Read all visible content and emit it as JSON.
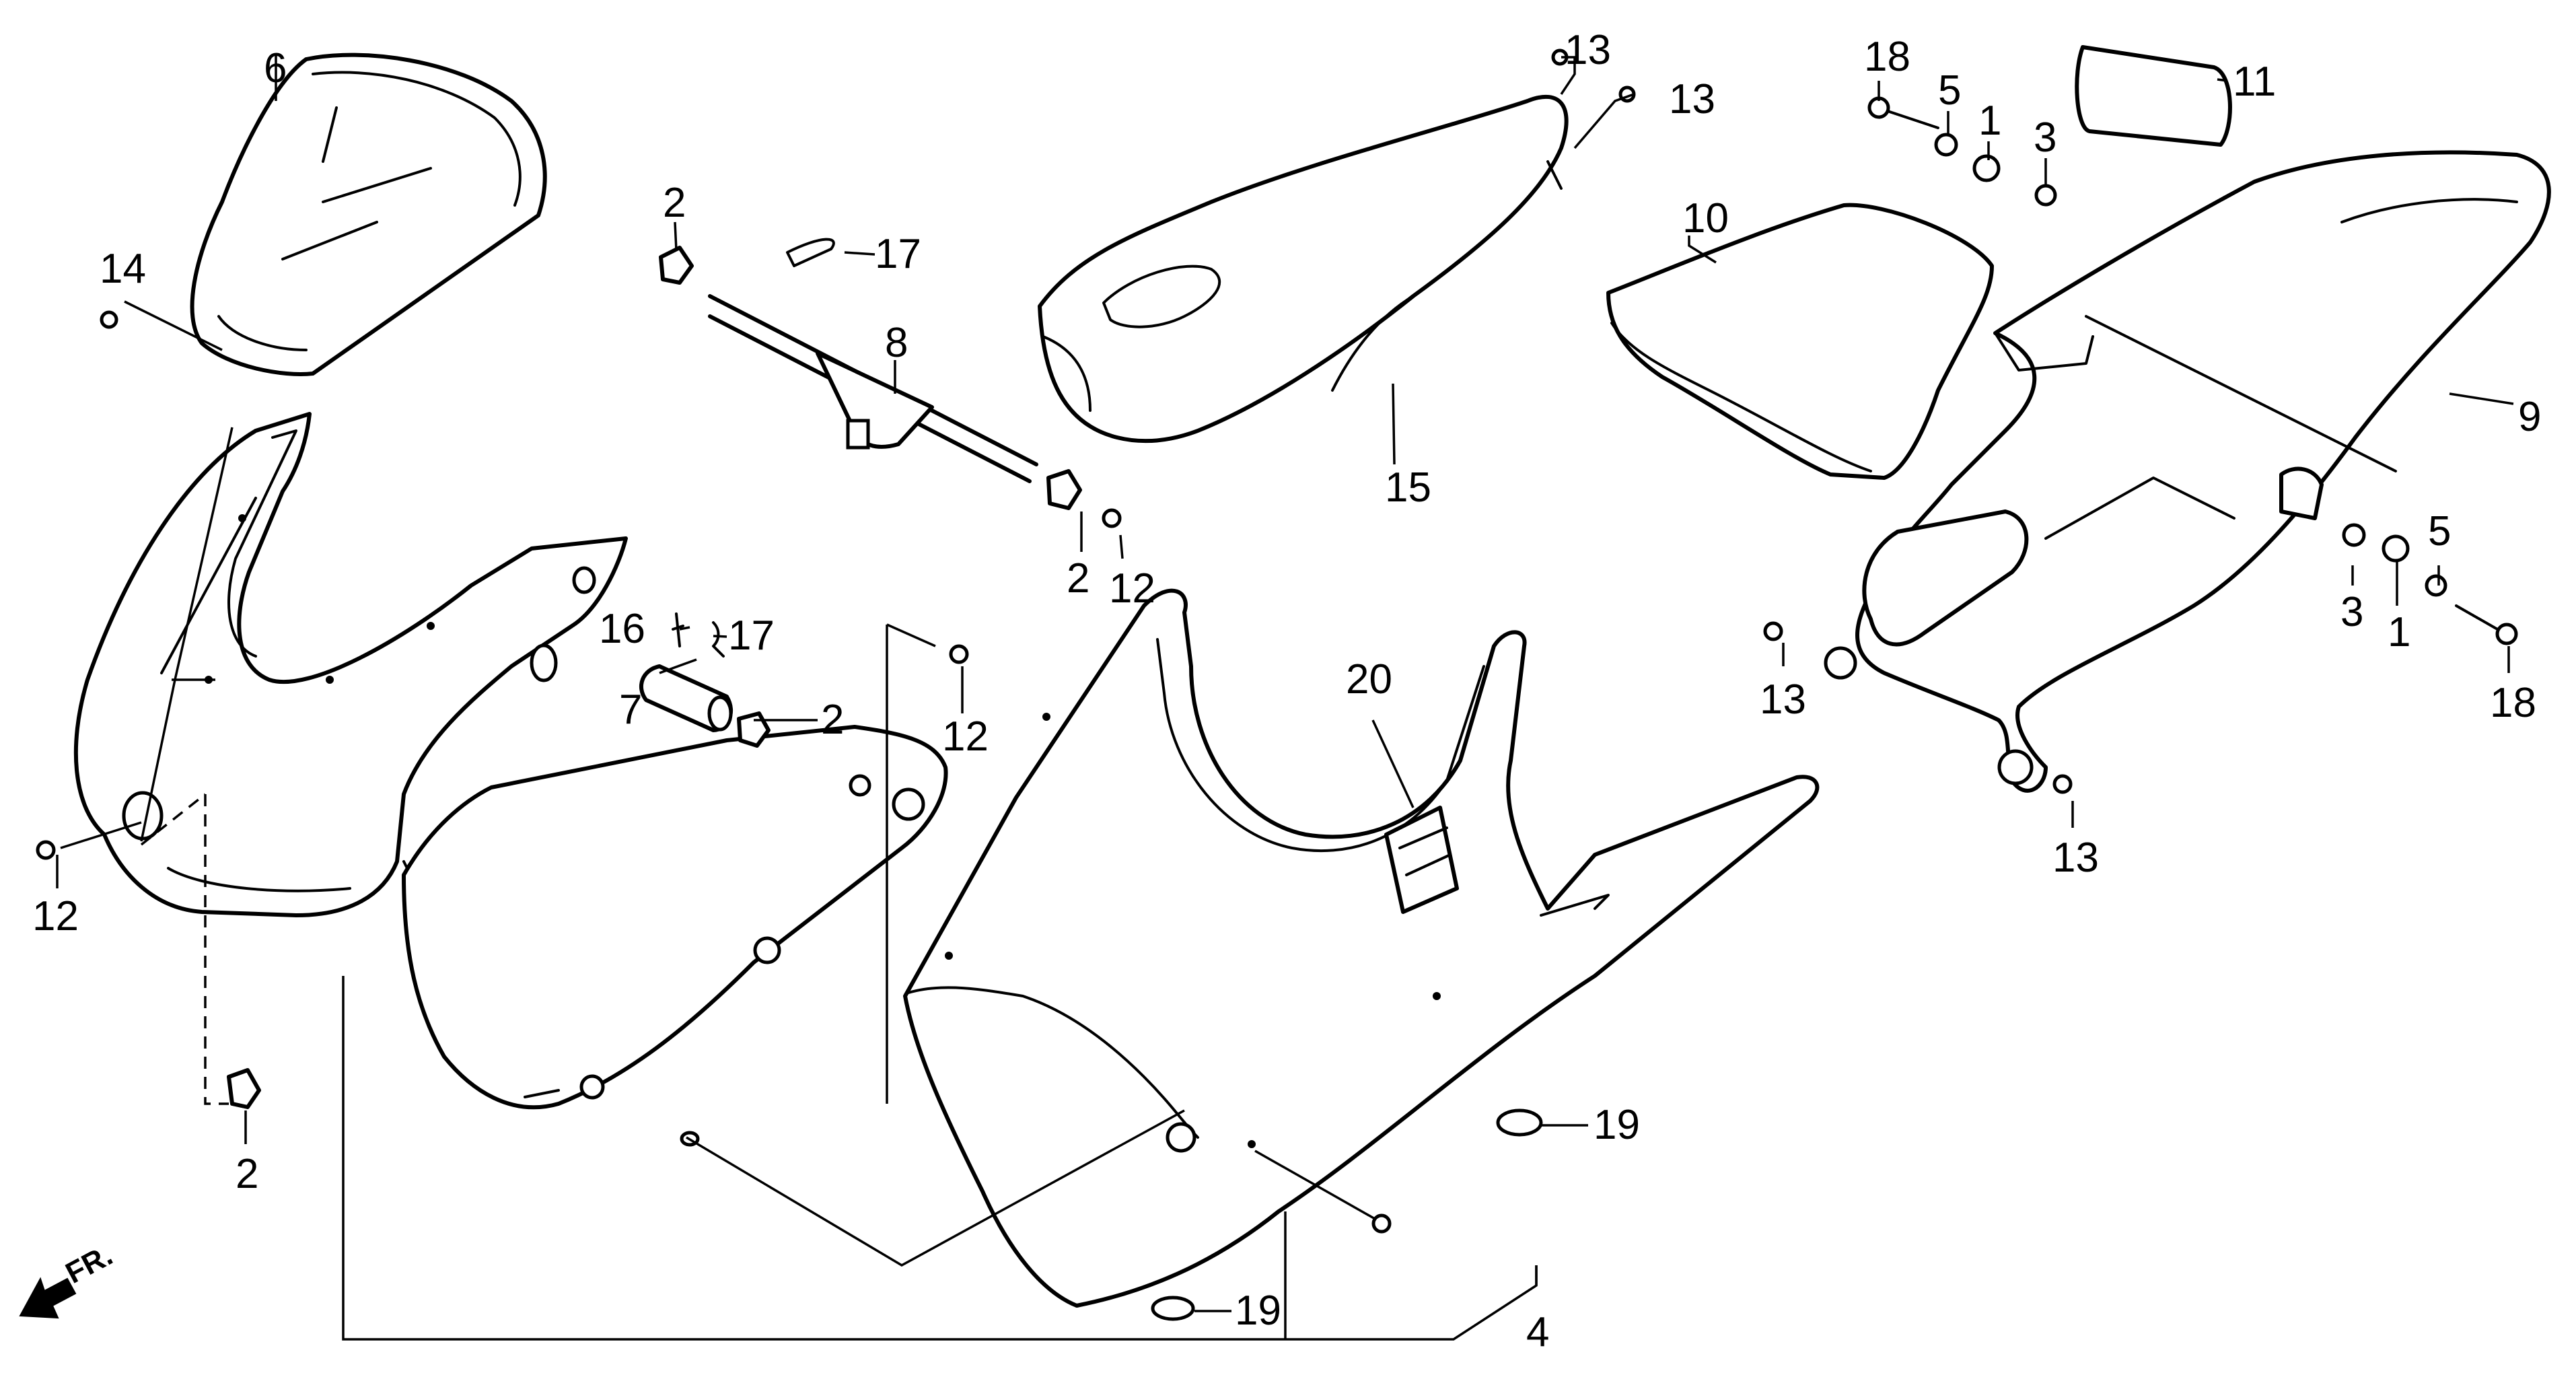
{
  "diagram": {
    "type": "exploded-parts-diagram",
    "colors": {
      "line": "#000000",
      "background": "#ffffff"
    },
    "direction_label": "FR.",
    "callouts": {
      "c1a": "1",
      "c1b": "1",
      "c2a": "2",
      "c2b": "2",
      "c2c": "2",
      "c2d": "2",
      "c3a": "3",
      "c3b": "3",
      "c4": "4",
      "c5a": "5",
      "c5b": "5",
      "c6": "6",
      "c7": "7",
      "c8": "8",
      "c9": "9",
      "c10": "10",
      "c11": "11",
      "c12a": "12",
      "c12b": "12",
      "c12c": "12",
      "c13a": "13",
      "c13b": "13",
      "c13c": "13",
      "c13d": "13",
      "c14": "14",
      "c15": "15",
      "c16": "16",
      "c17a": "17",
      "c17b": "17",
      "c18a": "18",
      "c18b": "18",
      "c19a": "19",
      "c19b": "19",
      "c20": "20"
    }
  }
}
